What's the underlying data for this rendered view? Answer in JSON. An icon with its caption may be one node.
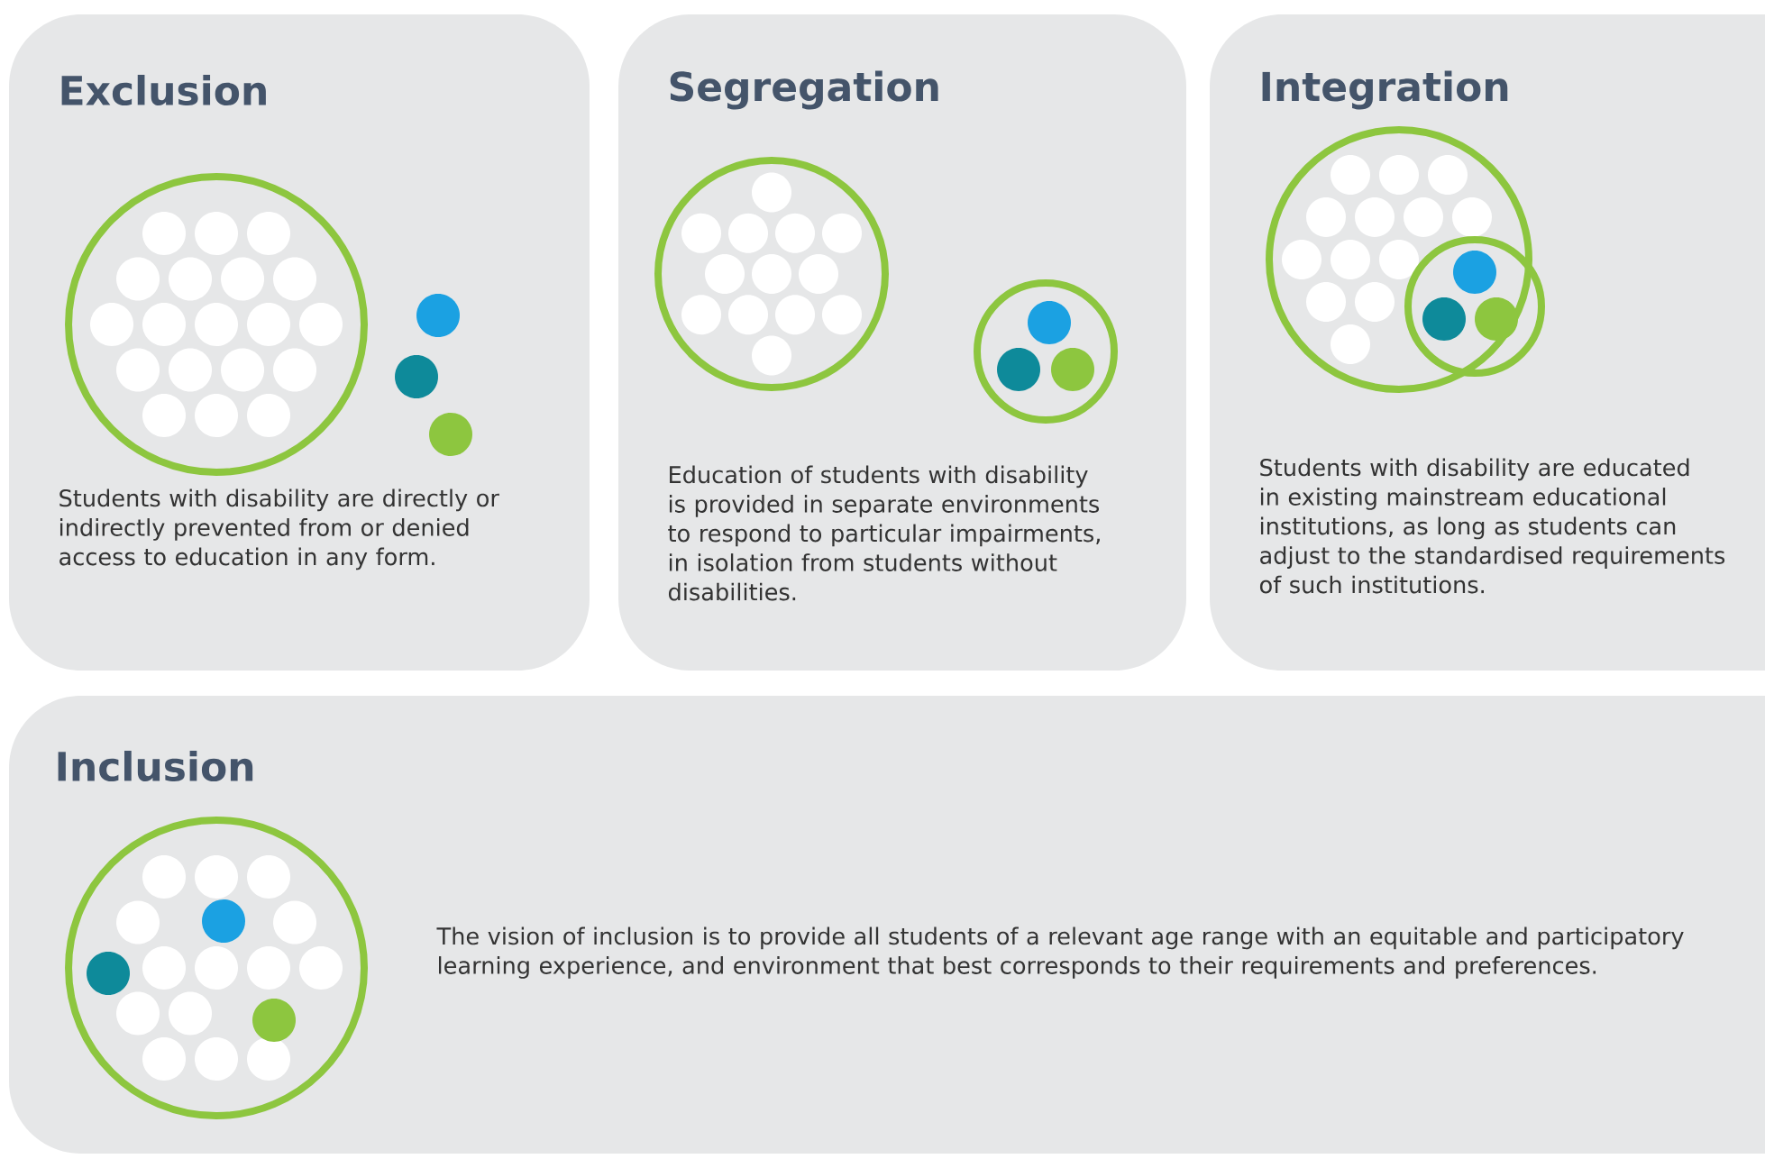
{
  "diagram": {
    "nodes": [
      {
        "text": [
          "Exclusion",
          "Students with disability are directly or indirectly prevented from or denied access to education in any form."
        ]
      },
      {
        "text": [
          "Segregation",
          "Education of students with disability is provided in separate environments to respond to particular impairments, in isolation from students without disabilities."
        ]
      },
      {
        "text": [
          "Integration",
          "Students with disability are educated in existing mainstream educational institutions, as long as students can adjust to the standardised requirements of such institutions."
        ]
      },
      {
        "text": [
          "Inclusion",
          "The vision of inclusion is to provide all students of a relevant age range with an equitable and participatory learning experience, and environment that best corresponds to their requirements and preferences."
        ]
      }
    ]
  }
}
